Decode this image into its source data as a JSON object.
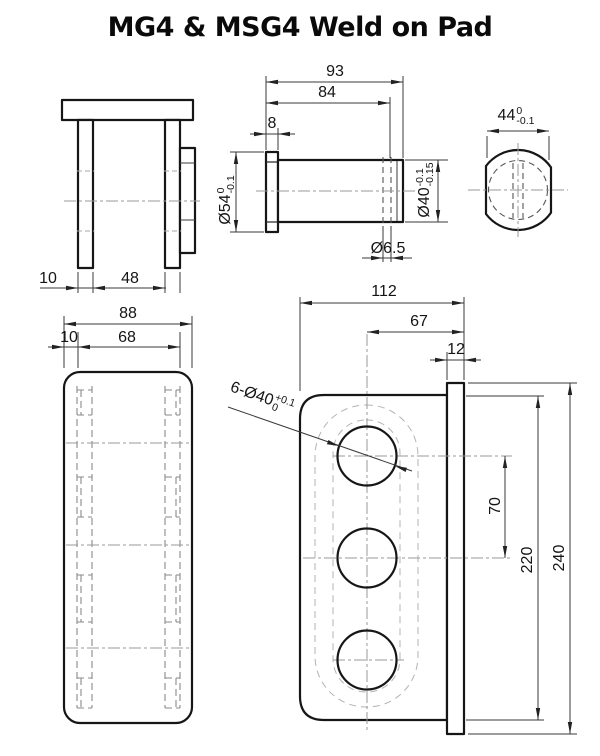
{
  "title": "MG4 & MSG4 Weld on Pad",
  "views": {
    "bracket_side": {
      "leg_thickness": "10",
      "inner_width": "48"
    },
    "pin": {
      "overall_length": "93",
      "shank_length": "84",
      "flange_thickness": "8",
      "flange_dia": {
        "text": "Ø54",
        "tol_upper": "0",
        "tol_lower": "-0.1"
      },
      "shank_dia": {
        "text": "Ø40",
        "tol_upper": "-0.1",
        "tol_lower": "-0.15"
      },
      "cross_hole_dia": "Ø6.5"
    },
    "pin_end": {
      "across_flats": {
        "text": "44",
        "tol_upper": "0",
        "tol_lower": "-0.1"
      }
    },
    "pad_side": {
      "pad_width": "88",
      "edge_offset": "10",
      "leg_span": "68"
    },
    "pad_front": {
      "overall_width": "112",
      "hole_center_offset": "67",
      "pad_thickness": "12",
      "hole_pitch": "70",
      "body_height": "220",
      "overall_height": "240",
      "holes_note": {
        "text": "6-Ø40",
        "tol_upper": "+0.1",
        "tol_lower": "0"
      }
    }
  }
}
